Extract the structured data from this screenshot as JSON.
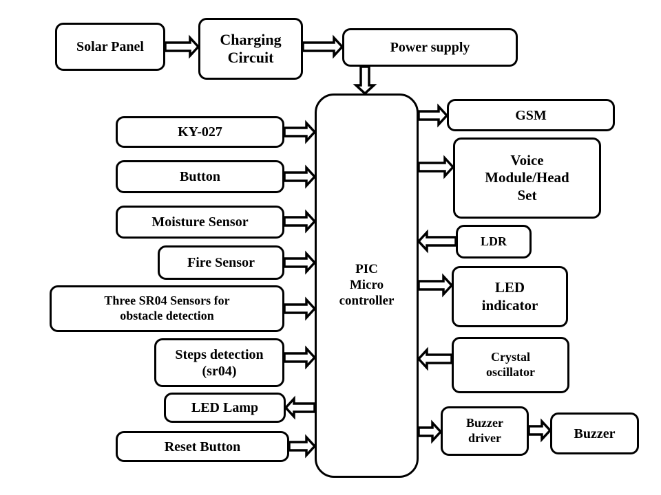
{
  "blocks": {
    "solar_panel": "Solar Panel",
    "charging_circuit": "Charging\nCircuit",
    "power_supply": "Power supply",
    "pic": "PIC\nMicro\ncontroller",
    "ky027": "KY-027",
    "button": "Button",
    "moisture_sensor": "Moisture Sensor",
    "fire_sensor": "Fire  Sensor",
    "sr04_sensors": "Three SR04 Sensors for\nobstacle  detection",
    "steps_detection": "Steps detection\n(sr04)",
    "led_lamp": "LED Lamp",
    "reset_button": "Reset Button",
    "gsm": "GSM",
    "voice_module": "Voice\nModule/Head\nSet",
    "ldr": "LDR",
    "led_indicator": "LED\nindicator",
    "crystal_oscillator": "Crystal\noscillator",
    "buzzer_driver": "Buzzer\ndriver",
    "buzzer": "Buzzer"
  },
  "connections": [
    {
      "from": "solar_panel",
      "to": "charging_circuit"
    },
    {
      "from": "charging_circuit",
      "to": "power_supply"
    },
    {
      "from": "power_supply",
      "to": "pic"
    },
    {
      "from": "ky027",
      "to": "pic"
    },
    {
      "from": "button",
      "to": "pic"
    },
    {
      "from": "moisture_sensor",
      "to": "pic"
    },
    {
      "from": "fire_sensor",
      "to": "pic"
    },
    {
      "from": "sr04_sensors",
      "to": "pic"
    },
    {
      "from": "steps_detection",
      "to": "pic"
    },
    {
      "from": "pic",
      "to": "led_lamp"
    },
    {
      "from": "reset_button",
      "to": "pic"
    },
    {
      "from": "pic",
      "to": "gsm"
    },
    {
      "from": "pic",
      "to": "voice_module"
    },
    {
      "from": "ldr",
      "to": "pic"
    },
    {
      "from": "pic",
      "to": "led_indicator"
    },
    {
      "from": "crystal_oscillator",
      "to": "pic"
    },
    {
      "from": "pic",
      "to": "buzzer_driver"
    },
    {
      "from": "buzzer_driver",
      "to": "buzzer"
    }
  ]
}
